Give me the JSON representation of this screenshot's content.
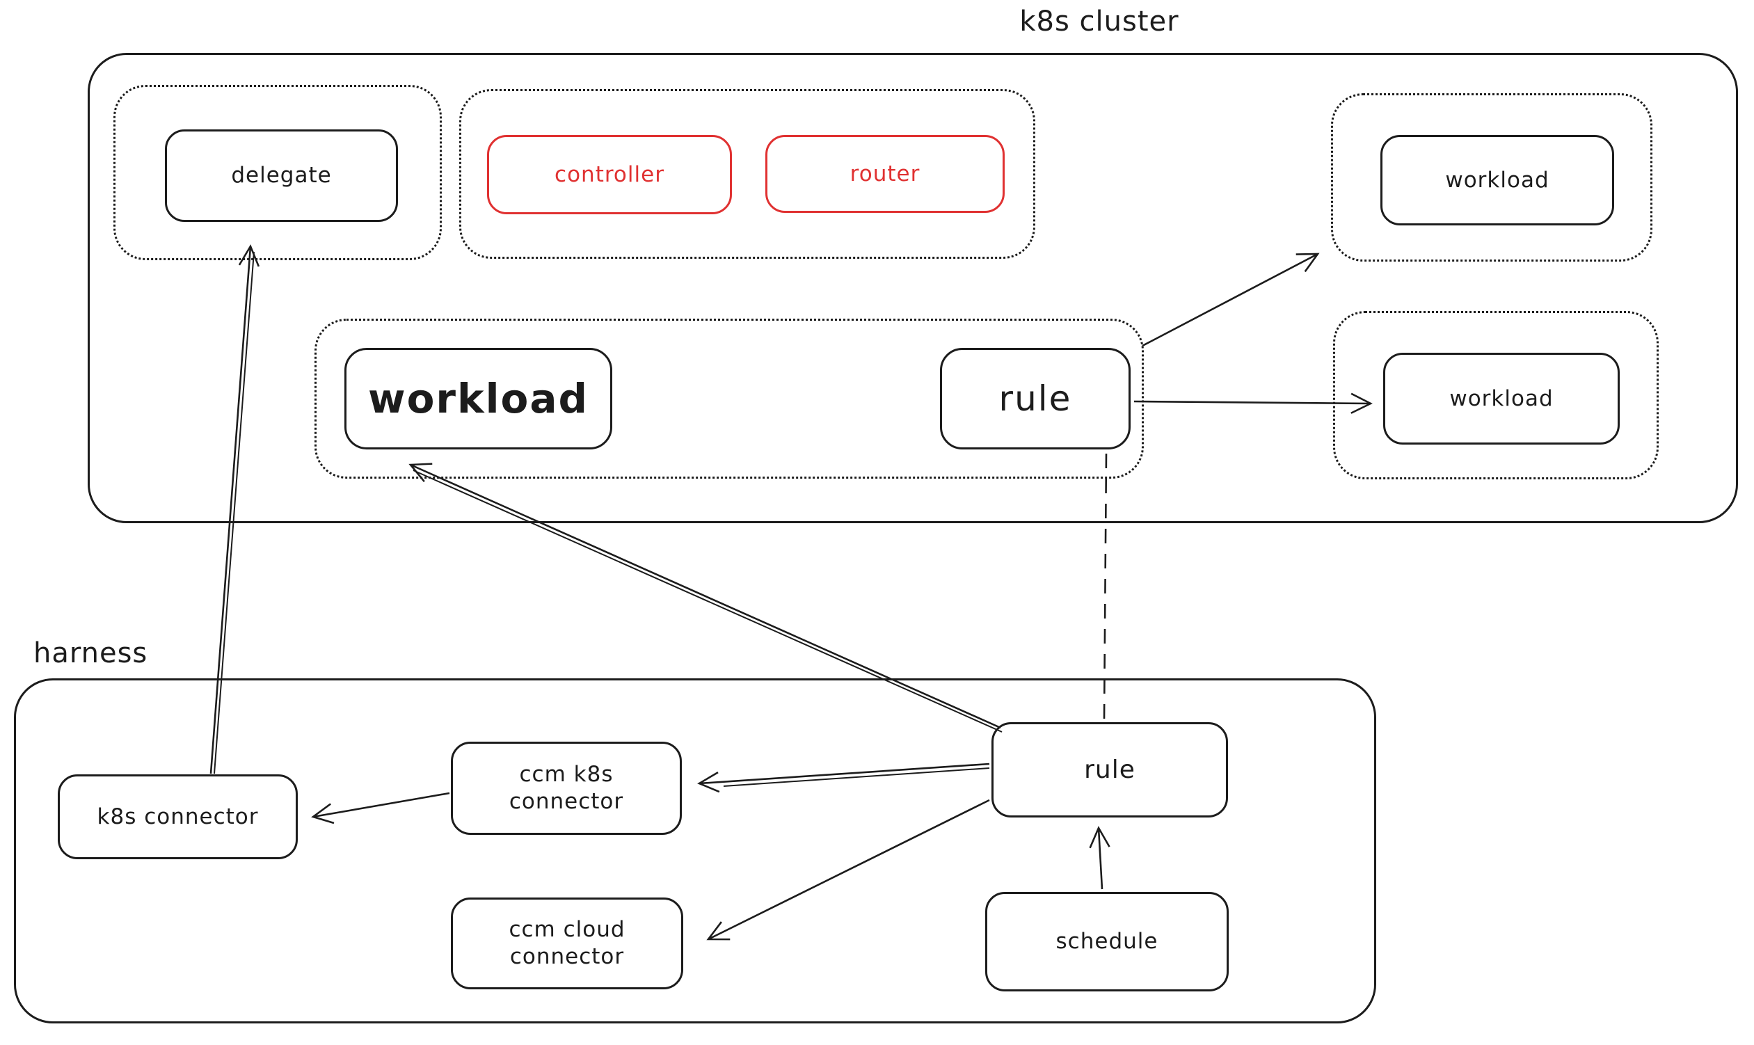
{
  "colors": {
    "ink": "#1c1c1c",
    "red": "#e03131",
    "canvas": "#ffffff"
  },
  "k8s_cluster": {
    "title": "k8s cluster",
    "delegate": {
      "label": "delegate"
    },
    "controller": {
      "label": "controller"
    },
    "router": {
      "label": "router"
    },
    "workload_top": {
      "label": "workload"
    },
    "workload_main": {
      "label": "workload"
    },
    "rule": {
      "label": "rule"
    },
    "workload_right": {
      "label": "workload"
    }
  },
  "harness": {
    "title": "harness",
    "k8s_connector": {
      "label": "k8s connector"
    },
    "ccm_k8s_connector": {
      "label": "ccm k8s\nconnector"
    },
    "ccm_cloud_connector": {
      "label": "ccm cloud\nconnector"
    },
    "rule": {
      "label": "rule"
    },
    "schedule": {
      "label": "schedule"
    }
  },
  "edges": [
    {
      "from": "harness.k8s_connector",
      "to": "k8s_cluster.delegate",
      "style": "solid-arrow"
    },
    {
      "from": "harness.ccm_k8s_connector",
      "to": "harness.k8s_connector",
      "style": "solid-arrow"
    },
    {
      "from": "harness.rule",
      "to": "harness.ccm_k8s_connector",
      "style": "solid-arrow"
    },
    {
      "from": "harness.rule",
      "to": "harness.ccm_cloud_connector",
      "style": "solid-arrow"
    },
    {
      "from": "harness.schedule",
      "to": "harness.rule",
      "style": "solid-arrow"
    },
    {
      "from": "harness.rule",
      "to": "k8s_cluster.workload_main",
      "style": "solid-arrow"
    },
    {
      "from": "k8s_cluster.rule",
      "to": "k8s_cluster.workload_top",
      "style": "solid-arrow"
    },
    {
      "from": "k8s_cluster.rule",
      "to": "k8s_cluster.workload_right",
      "style": "solid-arrow"
    },
    {
      "from": "k8s_cluster.rule",
      "to": "harness.rule",
      "style": "dashed-line"
    }
  ]
}
